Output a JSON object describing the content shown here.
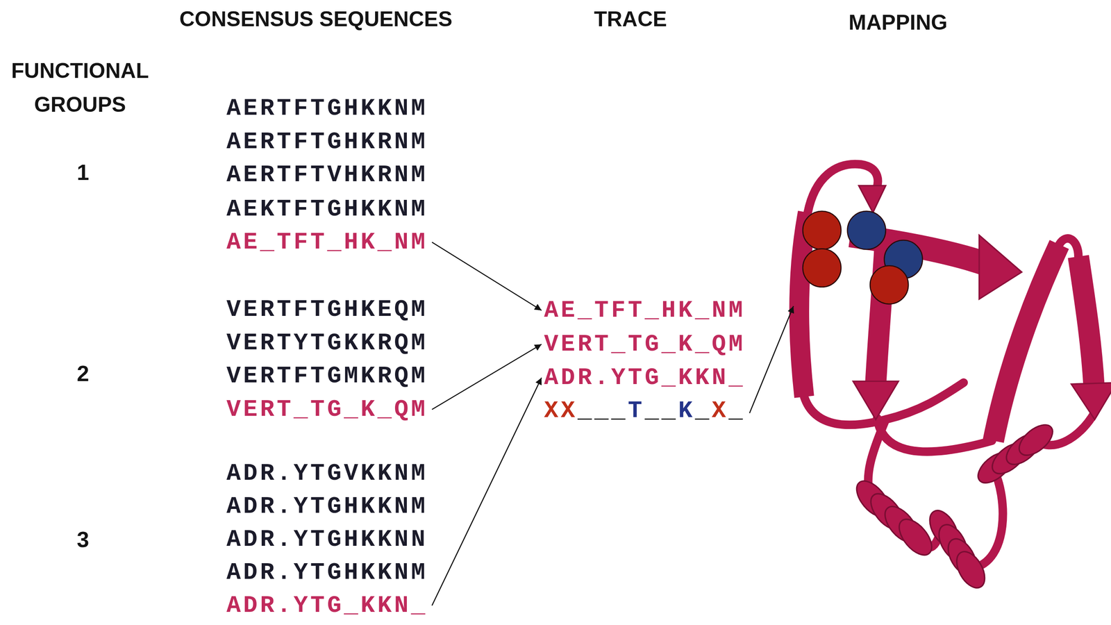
{
  "diagram": {
    "nodes": [
      {
        "text": [
          "AE_TFT_HK_NM"
        ]
      },
      {
        "text": [
          "VERT_TG_K_QM"
        ]
      },
      {
        "text": [
          "ADR.YTG_KKN_"
        ]
      },
      {
        "text": [
          "AE_TFT_HK_NM"
        ]
      },
      {
        "text": [
          "VERT_TG_K_QM"
        ]
      },
      {
        "text": [
          "ADR.YTG_KKN_"
        ]
      },
      {
        "text": [
          "XX___T__K_X_"
        ]
      },
      {
        "text": [
          "MAPPING"
        ]
      }
    ],
    "edges": [
      {
        "from": 0,
        "to": 3,
        "arrow": "to"
      },
      {
        "from": 1,
        "to": 4,
        "arrow": "to"
      },
      {
        "from": 2,
        "to": 5,
        "arrow": "to"
      },
      {
        "from": 6,
        "to": 7,
        "arrow": "to"
      }
    ],
    "labels": [
      "CONSENSUS SEQUENCES",
      "TRACE",
      "FUNCTIONAL GROUPS",
      "1",
      "AERTFTGHKKNM",
      "AERTFTGHKRNM",
      "AERTFTVHKRNM",
      "AEKTFTGHKKNM",
      "2",
      "VERTFTGHKEQM",
      "VERTYTGKKRQM",
      "VERTFTGMKRQM",
      "3",
      "ADR.YTGVKKNM",
      "ADR.YTGHKKNM",
      "ADR.YTGHKKNN",
      "ADR.YTGHKKNM"
    ]
  }
}
